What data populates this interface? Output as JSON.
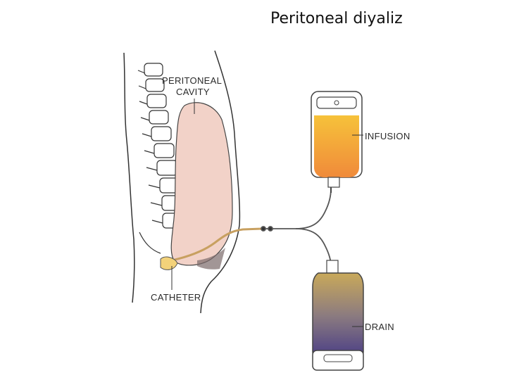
{
  "slide": {
    "title": "Peritoneal diyaliz"
  },
  "labels": {
    "peritoneal_line1": "PERITONEAL",
    "peritoneal_line2": "CAVITY",
    "infusion": "INFUSION",
    "drain": "DRAIN",
    "catheter": "CATHETER"
  },
  "colors": {
    "cavity_fill": "#f2d2c8",
    "infusion_top": "#f6c23a",
    "infusion_bottom": "#f08a3a",
    "drain_top": "#c9a95a",
    "drain_bottom": "#463a86",
    "line_art": "#333333"
  }
}
